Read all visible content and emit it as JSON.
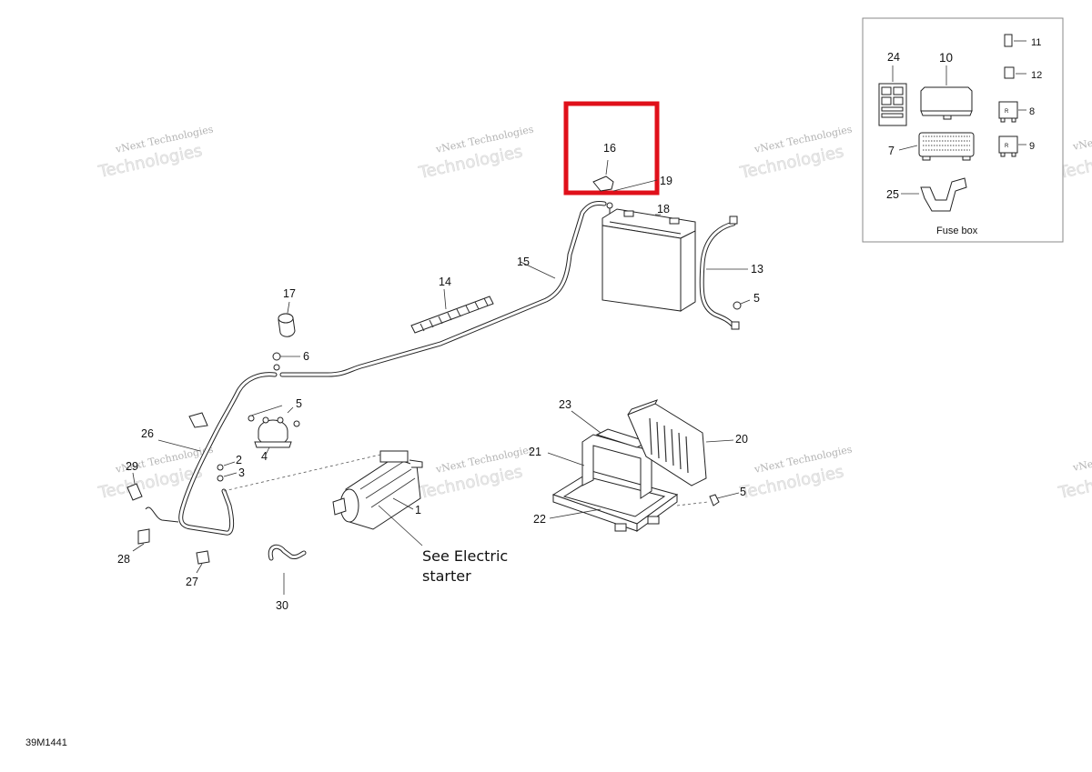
{
  "diagram": {
    "code": "39M1441",
    "note_line1": "See Electric",
    "note_line2": "starter",
    "fuse_box_caption": "Fuse box",
    "highlighted_part": "16",
    "callouts": {
      "c1": "1",
      "c2": "2",
      "c3": "3",
      "c4": "4",
      "c5a": "5",
      "c5b": "5",
      "c5c": "5",
      "c6": "6",
      "c7": "7",
      "c8": "8",
      "c9": "9",
      "c10": "10",
      "c11": "11",
      "c12": "12",
      "c13": "13",
      "c14": "14",
      "c15": "15",
      "c16": "16",
      "c17": "17",
      "c18": "18",
      "c19": "19",
      "c20": "20",
      "c21": "21",
      "c22": "22",
      "c23": "23",
      "c24": "24",
      "c25": "25",
      "c26": "26",
      "c27": "27",
      "c28": "28",
      "c29": "29",
      "c30": "30"
    },
    "watermark": {
      "line1": "vNext Technologies",
      "line2": "Technologies",
      "wm_prefix": "vNext"
    }
  }
}
